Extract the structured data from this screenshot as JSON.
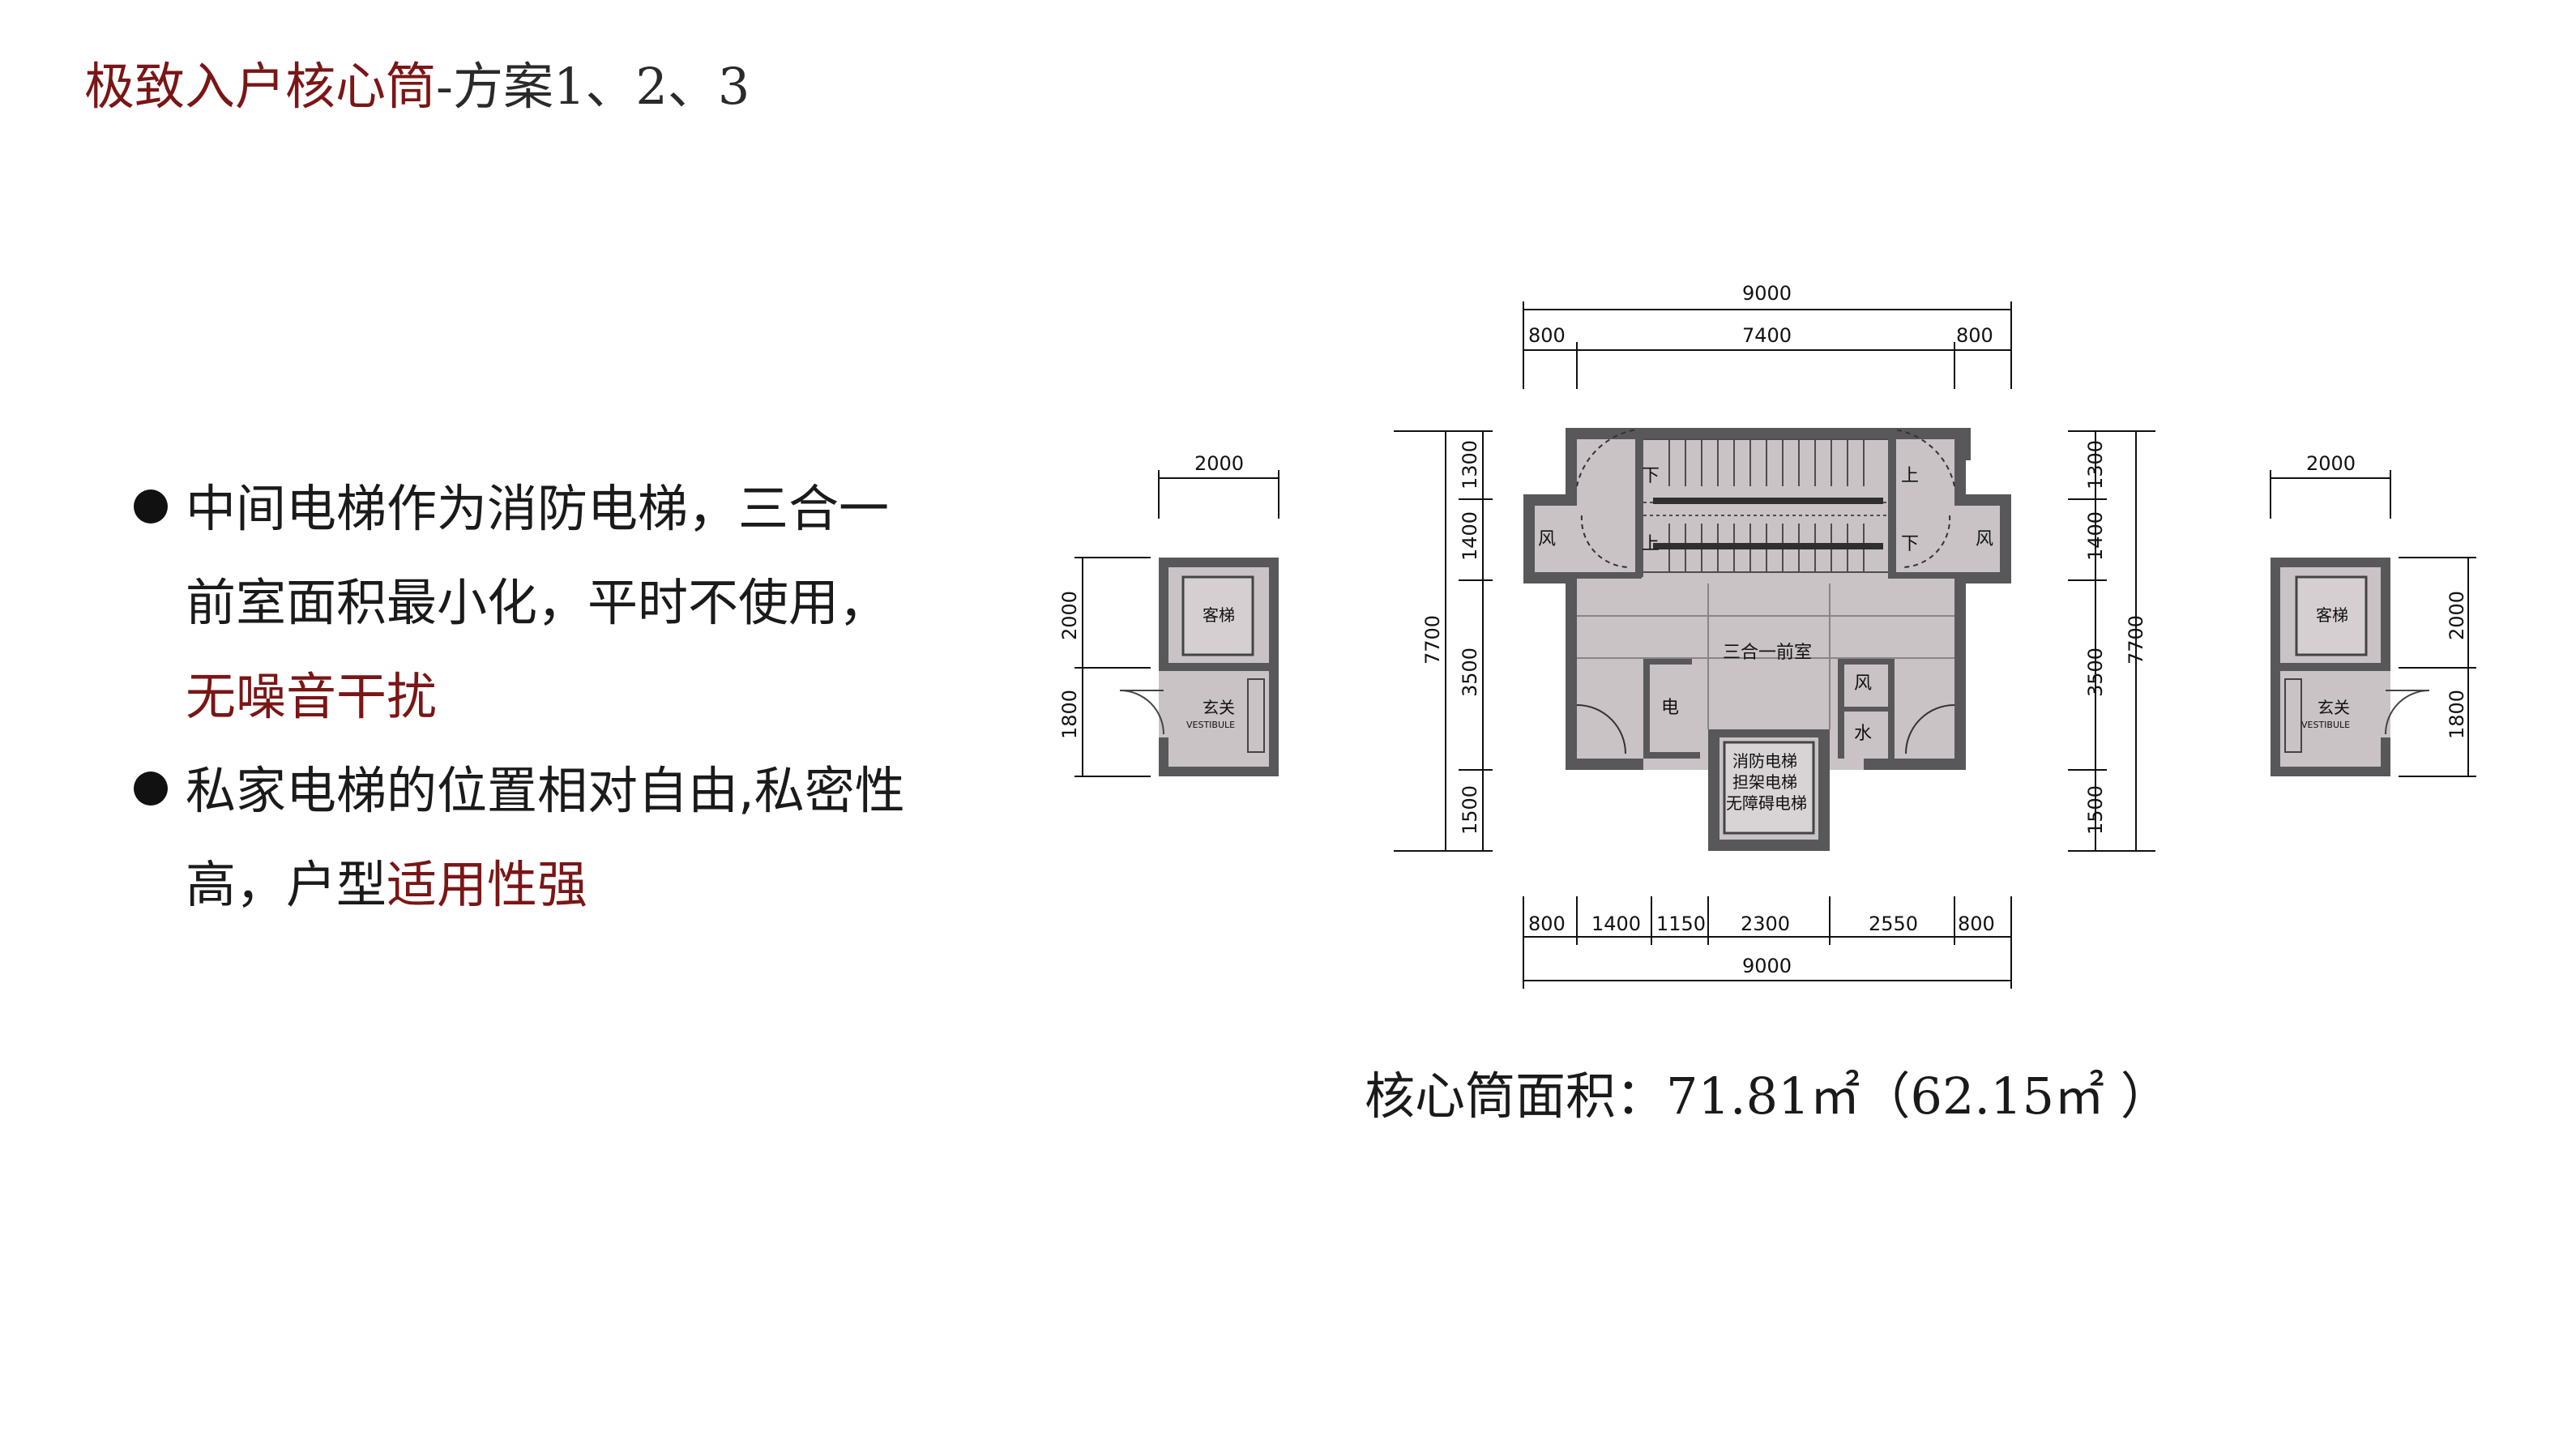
{
  "header": {
    "title_emphasis": "极致入户核心筒",
    "title_rest": "-方案1、2、3"
  },
  "bullets": [
    {
      "line1": "中间电梯作为消防电梯，三合一",
      "line2": "前室面积最小化，平时不使用，",
      "line3_red": "无噪音干扰"
    },
    {
      "line1": "私家电梯的位置相对自由,私密性",
      "line2_plain": "高，户型",
      "line2_red": "适用性强"
    }
  ],
  "area": {
    "label": "核心筒面积：",
    "total": "71.81㎡",
    "net": "（62.15㎡ ）"
  },
  "plan": {
    "dims_top_total": "9000",
    "dims_top_left": "800",
    "dims_top_mid": "7400",
    "dims_top_right": "800",
    "dims_bottom": [
      "800",
      "1400",
      "1150",
      "2300",
      "2550",
      "800"
    ],
    "dims_bottom_total": "9000",
    "dims_side": [
      "1300",
      "1400",
      "3500",
      "1500"
    ],
    "dims_side_total": "7700",
    "labels": {
      "down": "下",
      "up": "上",
      "wind": "风",
      "lobby": "三合一前室",
      "elec": "电",
      "water": "水",
      "fire_lift_1": "消防电梯",
      "fire_lift_2": "担架电梯",
      "fire_lift_3": "无障碍电梯"
    }
  },
  "small_units": {
    "width": "2000",
    "h_top": "2000",
    "h_bottom": "1800",
    "lift": "客梯",
    "foyer": "玄关",
    "foyer_en": "VESTIBULE"
  },
  "colors": {
    "accent": "#7a1616",
    "wall": "#58585a",
    "floor": "#c9c3c6"
  }
}
